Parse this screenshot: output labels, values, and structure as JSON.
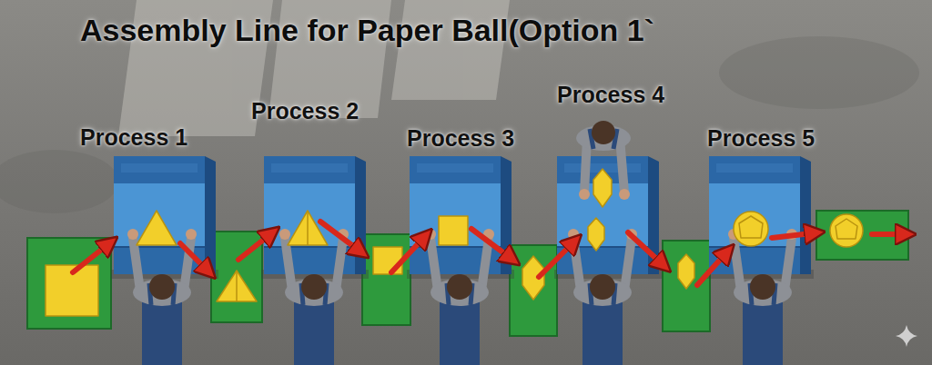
{
  "diagram": {
    "title": "Assembly Line for Paper Ball(Option 1`",
    "nodes": [
      {
        "text": [
          "Process 1"
        ]
      },
      {
        "text": [
          "Process 2"
        ]
      },
      {
        "text": [
          "Process 3"
        ]
      },
      {
        "text": [
          "Process 4"
        ]
      },
      {
        "text": [
          "Process 5"
        ]
      }
    ]
  }
}
